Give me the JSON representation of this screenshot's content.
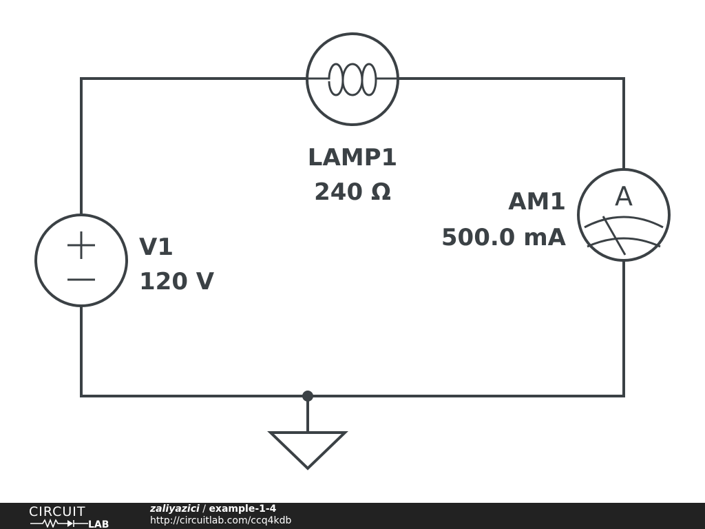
{
  "components": {
    "lamp": {
      "name": "LAMP1",
      "value": "240 Ω"
    },
    "ammeter": {
      "name": "AM1",
      "value": "500.0 mA",
      "symbol": "A"
    },
    "source": {
      "name": "V1",
      "value": "120 V",
      "plus": "+",
      "minus": "−"
    }
  },
  "footer": {
    "logo_top": "CIRCUIT",
    "logo_bottom": "LAB",
    "user": "zaliyazici",
    "separator": " / ",
    "project": "example-1-4",
    "url": "http://circuitlab.com/ccq4kdb"
  },
  "colors": {
    "wire": "#3b4145",
    "footer_bg": "#222222",
    "footer_text": "#ffffff"
  }
}
